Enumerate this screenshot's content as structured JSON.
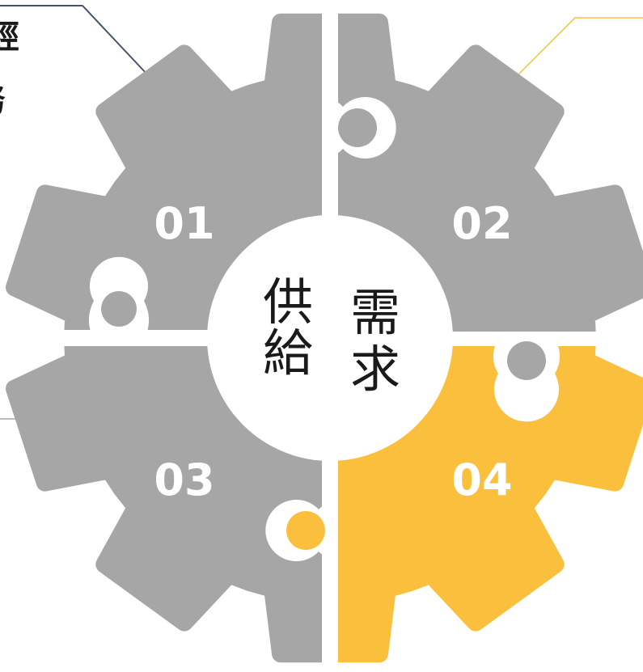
{
  "diagram": {
    "segments": [
      {
        "label": "01",
        "color": "#a6a6a6"
      },
      {
        "label": "02",
        "color": "#a6a6a6"
      },
      {
        "label": "03",
        "color": "#a6a6a6"
      },
      {
        "label": "04",
        "color": "#fac03d"
      }
    ],
    "center": {
      "left_text": "供給",
      "right_text": "需求",
      "color": "#ffffff"
    },
    "callouts": [
      {
        "color": "#44546a"
      },
      {
        "color": "#fac03d"
      },
      {
        "color": "#a6a6a6"
      }
    ],
    "partial_text": [
      "經",
      "務"
    ]
  }
}
